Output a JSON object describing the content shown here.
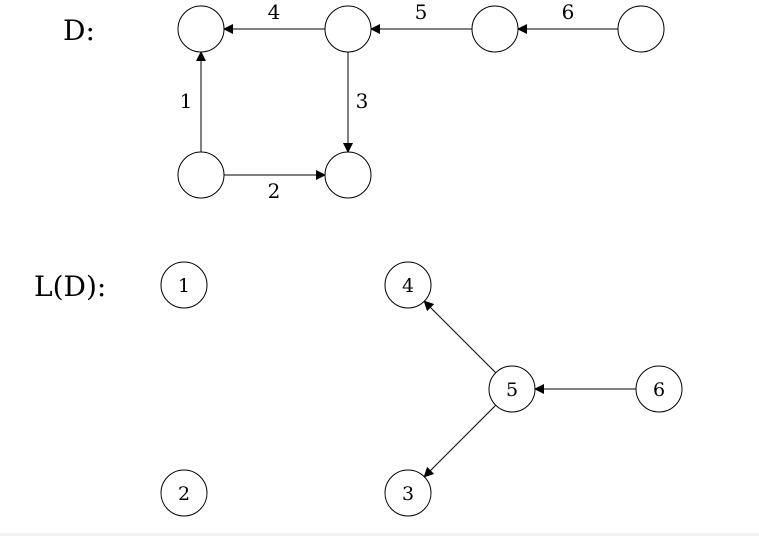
{
  "graph_d": {
    "title": "D:",
    "nodes": [
      {
        "id": "a",
        "label": ""
      },
      {
        "id": "b",
        "label": ""
      },
      {
        "id": "c",
        "label": ""
      },
      {
        "id": "d",
        "label": ""
      },
      {
        "id": "e",
        "label": ""
      },
      {
        "id": "f",
        "label": ""
      }
    ],
    "edges": [
      {
        "from": "b",
        "to": "a",
        "label": "4"
      },
      {
        "from": "c",
        "to": "b",
        "label": "5"
      },
      {
        "from": "d",
        "to": "c",
        "label": "6"
      },
      {
        "from": "e",
        "to": "a",
        "label": "1"
      },
      {
        "from": "b",
        "to": "f",
        "label": "3"
      },
      {
        "from": "e",
        "to": "f",
        "label": "2"
      }
    ]
  },
  "graph_ld": {
    "title": "L(D):",
    "nodes": [
      {
        "id": "1",
        "label": "1"
      },
      {
        "id": "4",
        "label": "4"
      },
      {
        "id": "5",
        "label": "5"
      },
      {
        "id": "6",
        "label": "6"
      },
      {
        "id": "2",
        "label": "2"
      },
      {
        "id": "3",
        "label": "3"
      }
    ],
    "edges": [
      {
        "from": "5",
        "to": "4",
        "label": ""
      },
      {
        "from": "6",
        "to": "5",
        "label": ""
      },
      {
        "from": "5",
        "to": "3",
        "label": ""
      }
    ]
  }
}
